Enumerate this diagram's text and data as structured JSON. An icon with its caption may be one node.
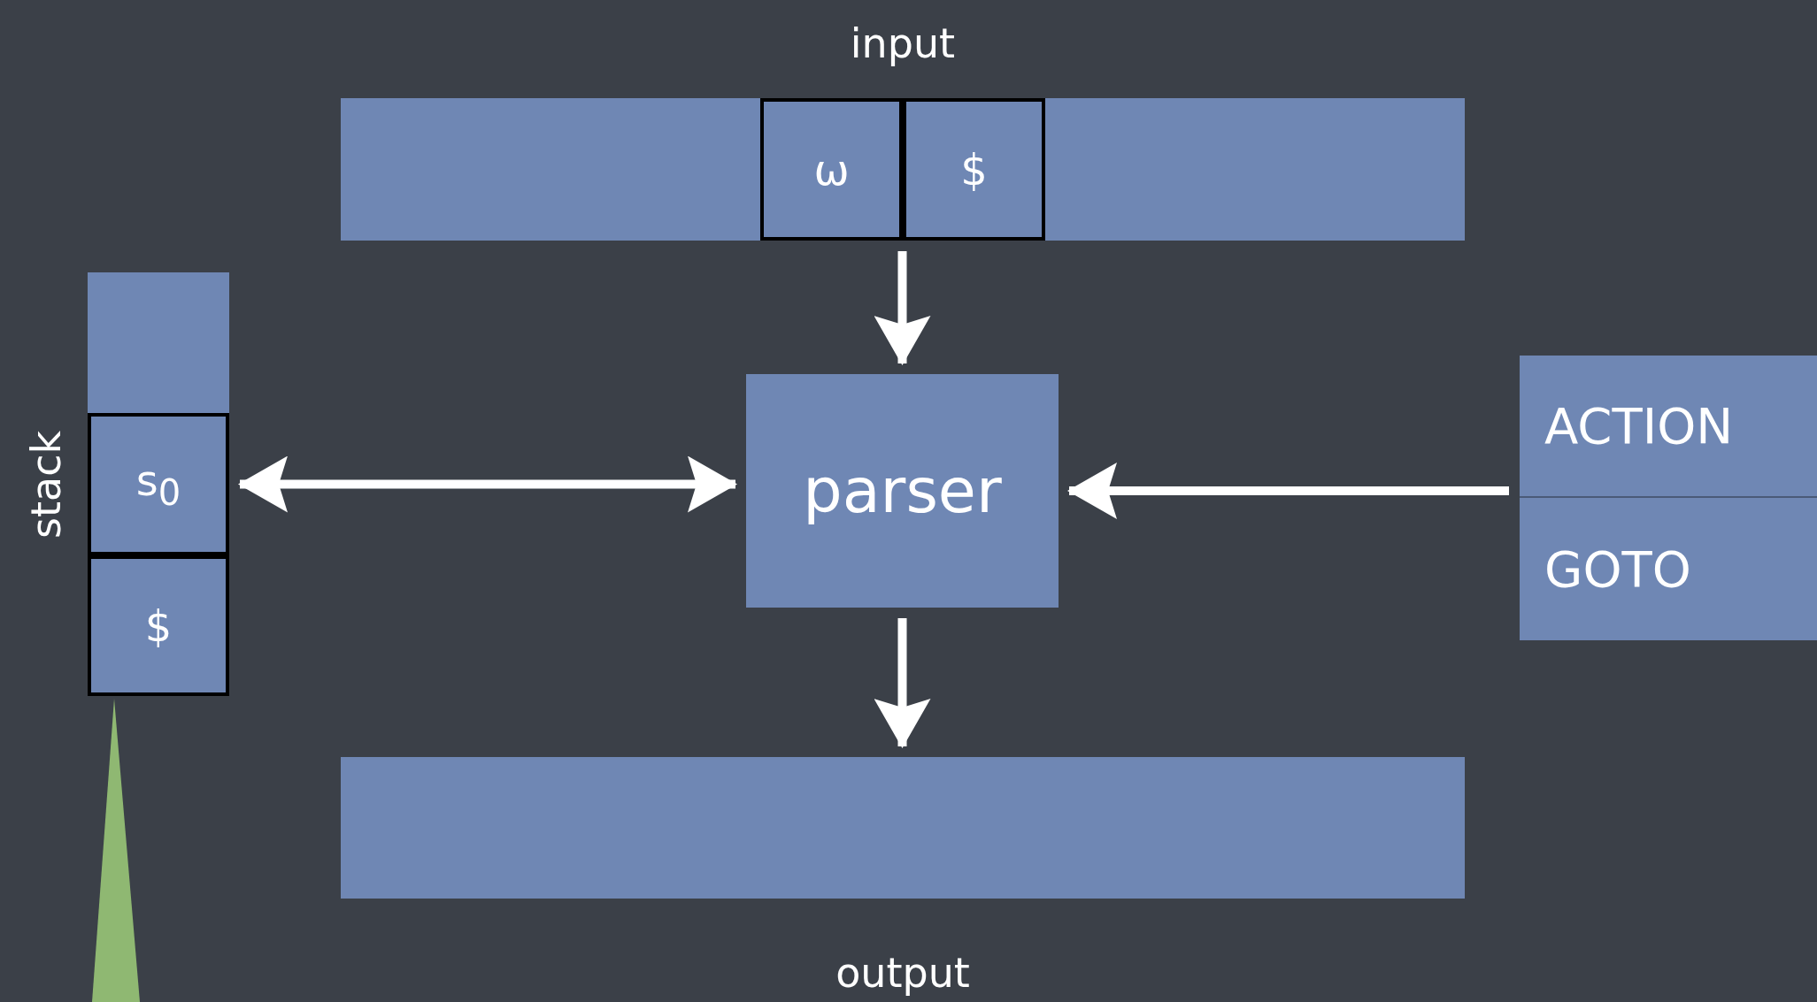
{
  "diagram": {
    "nodes": [
      {
        "text": [
          "input"
        ]
      },
      {
        "text": [
          "ω"
        ],
        "in": 0
      },
      {
        "text": [
          "$"
        ],
        "in": 0
      },
      {
        "text": [
          "stack"
        ]
      },
      {
        "text": [],
        "shape": "box",
        "in": 3
      },
      {
        "text": [
          "s$_{0}$"
        ],
        "in": 3
      },
      {
        "text": [
          "$"
        ],
        "in": 3
      },
      {
        "text": [
          "parser"
        ]
      },
      {
        "text": [],
        "shape": "box"
      },
      {
        "text": [
          "ACTION"
        ],
        "in": 8
      },
      {
        "text": [
          "GOTO"
        ],
        "in": 8
      },
      {
        "text": [
          "output"
        ]
      },
      {
        "text": [],
        "shape": "triangle"
      }
    ],
    "edges": [
      {
        "from": 0,
        "to": 7,
        "arrow": "to"
      },
      {
        "from": 5,
        "to": 7,
        "arrow": "both"
      },
      {
        "from": 8,
        "to": 7,
        "arrow": "to"
      },
      {
        "from": 7,
        "to": 11,
        "arrow": "to"
      }
    ]
  }
}
